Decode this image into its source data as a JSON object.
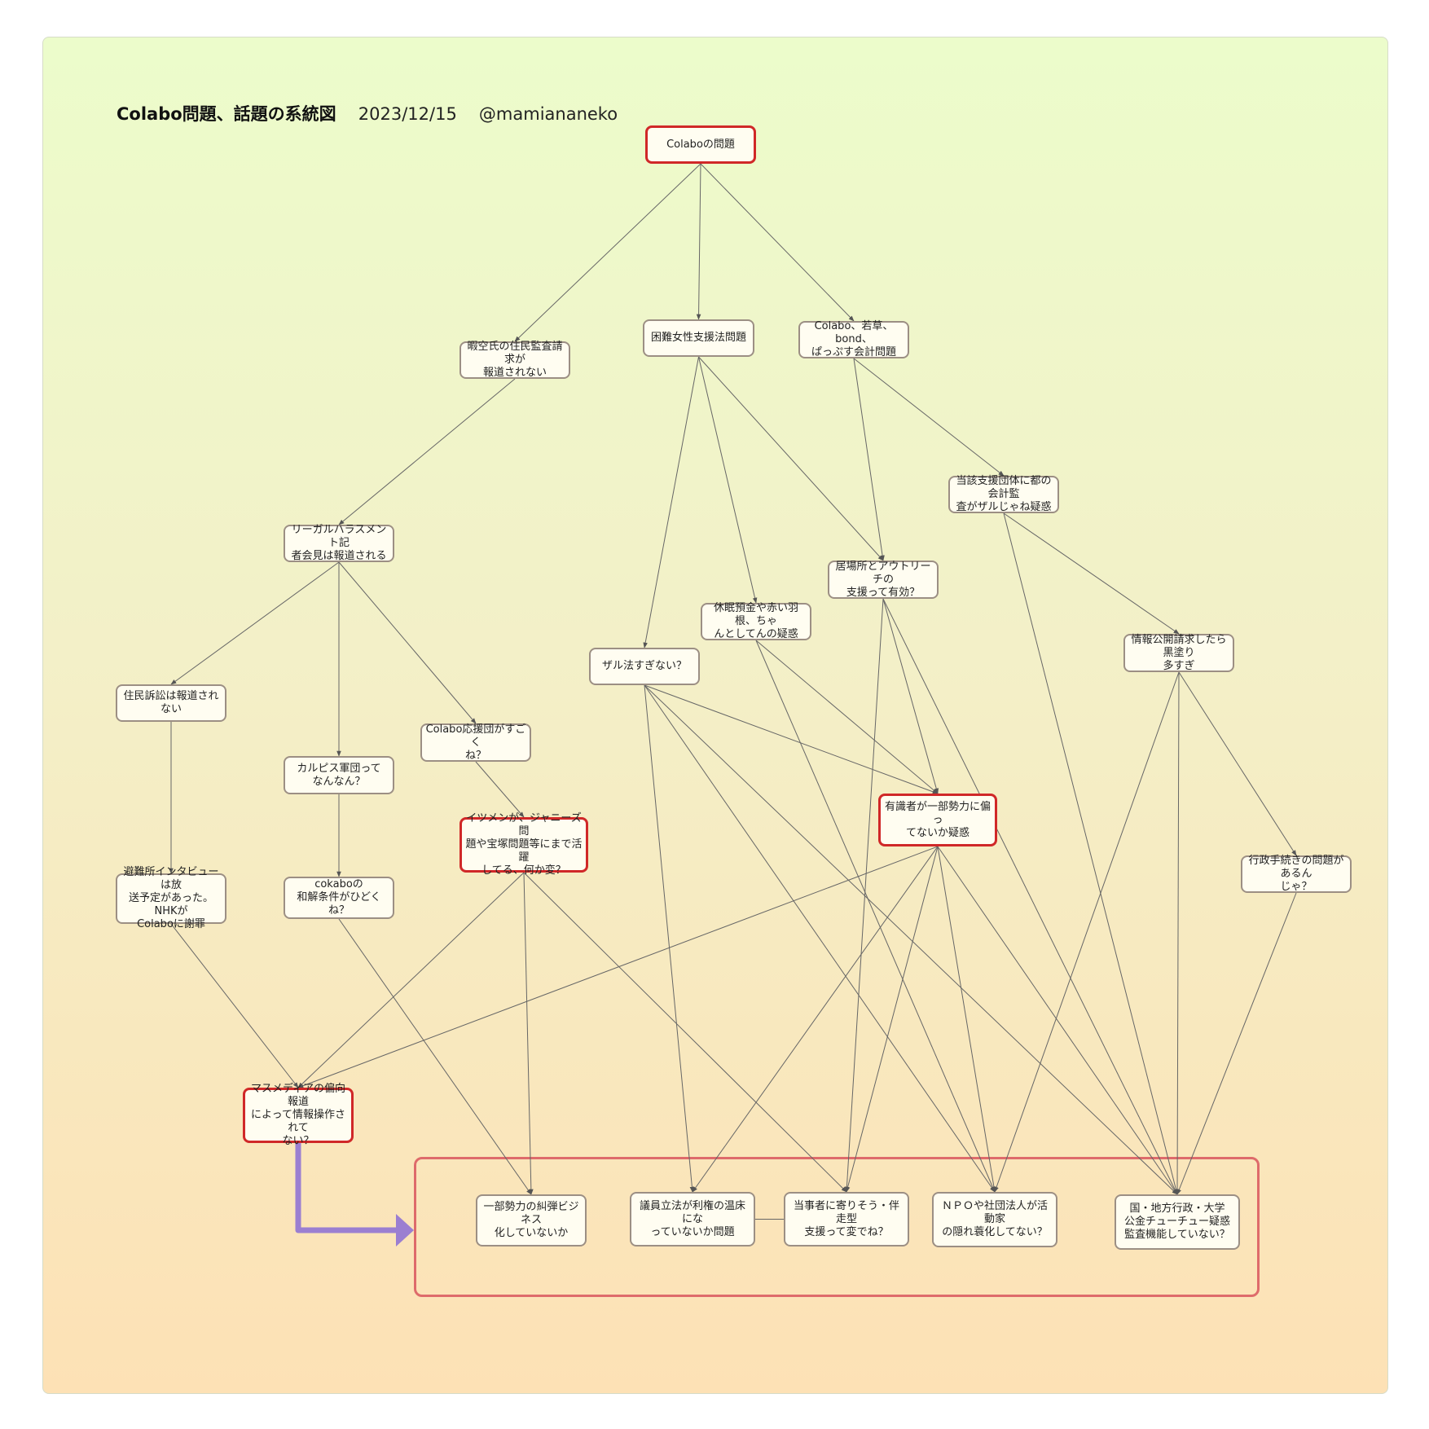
{
  "title": {
    "main": "Colabo問題、話題の系統図",
    "date": "2023/12/15",
    "author": "@mamiananeko"
  },
  "colors": {
    "highlight_border": "#d02828",
    "normal_border": "#9c8f84",
    "node_fill": "#fffdf1",
    "group_border": "#de6b6b",
    "big_arrow": "#9b7fd1",
    "bg_top": "#ecfccb",
    "bg_bottom": "#fde1b5"
  },
  "nodes": [
    {
      "id": "n1",
      "label": "Colaboの問題",
      "highlight": true
    },
    {
      "id": "n2",
      "label": "暇空氏の住民監査請求が\n報道されない",
      "highlight": false
    },
    {
      "id": "n3",
      "label": "困難女性支援法問題",
      "highlight": false
    },
    {
      "id": "n4",
      "label": "Colabo、若草、bond、\nぱっぷす会計問題",
      "highlight": false
    },
    {
      "id": "n5",
      "label": "当該支援団体に都の会計監\n査がザルじゃね疑惑",
      "highlight": false
    },
    {
      "id": "n6",
      "label": "リーガルハラスメント記\n者会見は報道される",
      "highlight": false
    },
    {
      "id": "n7",
      "label": "居場所とアウトリーチの\n支援って有効？",
      "highlight": false
    },
    {
      "id": "n8",
      "label": "休眠預金や赤い羽根、ちゃ\nんとしてんの疑惑",
      "highlight": false
    },
    {
      "id": "n9",
      "label": "ザル法すぎない？",
      "highlight": false
    },
    {
      "id": "n10",
      "label": "情報公開請求したら黒塗り\n多すぎ",
      "highlight": false
    },
    {
      "id": "n11",
      "label": "住民訴訟は報道されない",
      "highlight": false
    },
    {
      "id": "n12",
      "label": "Colabo応援団がすごく\nね？",
      "highlight": false
    },
    {
      "id": "n13",
      "label": "カルピス軍団って\nなんなん？",
      "highlight": false
    },
    {
      "id": "n14",
      "label": "有識者が一部勢力に偏っ\nてないか疑惑",
      "highlight": true
    },
    {
      "id": "n15",
      "label": "イツメンが、ジャニーズ問\n題や宝塚問題等にまで活躍\nしてる、何か変？",
      "highlight": true
    },
    {
      "id": "n16",
      "label": "行政手続きの問題があるん\nじゃ？",
      "highlight": false
    },
    {
      "id": "n17",
      "label": "避難所インタビューは放\n送予定があった。NHKが\nColaboに謝罪",
      "highlight": false
    },
    {
      "id": "n18",
      "label": "cokaboの\n和解条件がひどくね？",
      "highlight": false
    },
    {
      "id": "n19",
      "label": "マスメディアの偏向報道\nによって情報操作されて\nない？",
      "highlight": true
    },
    {
      "id": "n20",
      "label": "一部勢力の糾弾ビジネス\n化していないか",
      "highlight": false
    },
    {
      "id": "n21",
      "label": "議員立法が利権の温床にな\nっていないか問題",
      "highlight": false
    },
    {
      "id": "n22",
      "label": "当事者に寄りそう・伴走型\n支援って変でね？",
      "highlight": false
    },
    {
      "id": "n23",
      "label": "ＮＰＯや社団法人が活動家\nの隠れ蓑化してない？",
      "highlight": false
    },
    {
      "id": "n24",
      "label": "国・地方行政・大学\n公金チューチュー疑惑\n監査機能していない？",
      "highlight": false
    }
  ],
  "edges": [
    [
      "n1",
      "n2"
    ],
    [
      "n1",
      "n3"
    ],
    [
      "n1",
      "n4"
    ],
    [
      "n2",
      "n6"
    ],
    [
      "n3",
      "n9"
    ],
    [
      "n3",
      "n8"
    ],
    [
      "n3",
      "n7"
    ],
    [
      "n4",
      "n7"
    ],
    [
      "n4",
      "n5"
    ],
    [
      "n5",
      "n10"
    ],
    [
      "n5",
      "n24"
    ],
    [
      "n6",
      "n11"
    ],
    [
      "n6",
      "n13"
    ],
    [
      "n6",
      "n12"
    ],
    [
      "n7",
      "n14"
    ],
    [
      "n7",
      "n22"
    ],
    [
      "n7",
      "n24"
    ],
    [
      "n8",
      "n14"
    ],
    [
      "n8",
      "n23"
    ],
    [
      "n9",
      "n14"
    ],
    [
      "n9",
      "n21"
    ],
    [
      "n9",
      "n23"
    ],
    [
      "n9",
      "n24"
    ],
    [
      "n10",
      "n16"
    ],
    [
      "n10",
      "n23"
    ],
    [
      "n10",
      "n24"
    ],
    [
      "n11",
      "n17"
    ],
    [
      "n12",
      "n15"
    ],
    [
      "n13",
      "n18"
    ],
    [
      "n14",
      "n19"
    ],
    [
      "n14",
      "n21"
    ],
    [
      "n14",
      "n22"
    ],
    [
      "n14",
      "n23"
    ],
    [
      "n14",
      "n24"
    ],
    [
      "n15",
      "n19"
    ],
    [
      "n15",
      "n20"
    ],
    [
      "n15",
      "n22"
    ],
    [
      "n16",
      "n24"
    ],
    [
      "n17",
      "n19"
    ],
    [
      "n18",
      "n20"
    ],
    [
      "n21",
      "n22"
    ]
  ]
}
